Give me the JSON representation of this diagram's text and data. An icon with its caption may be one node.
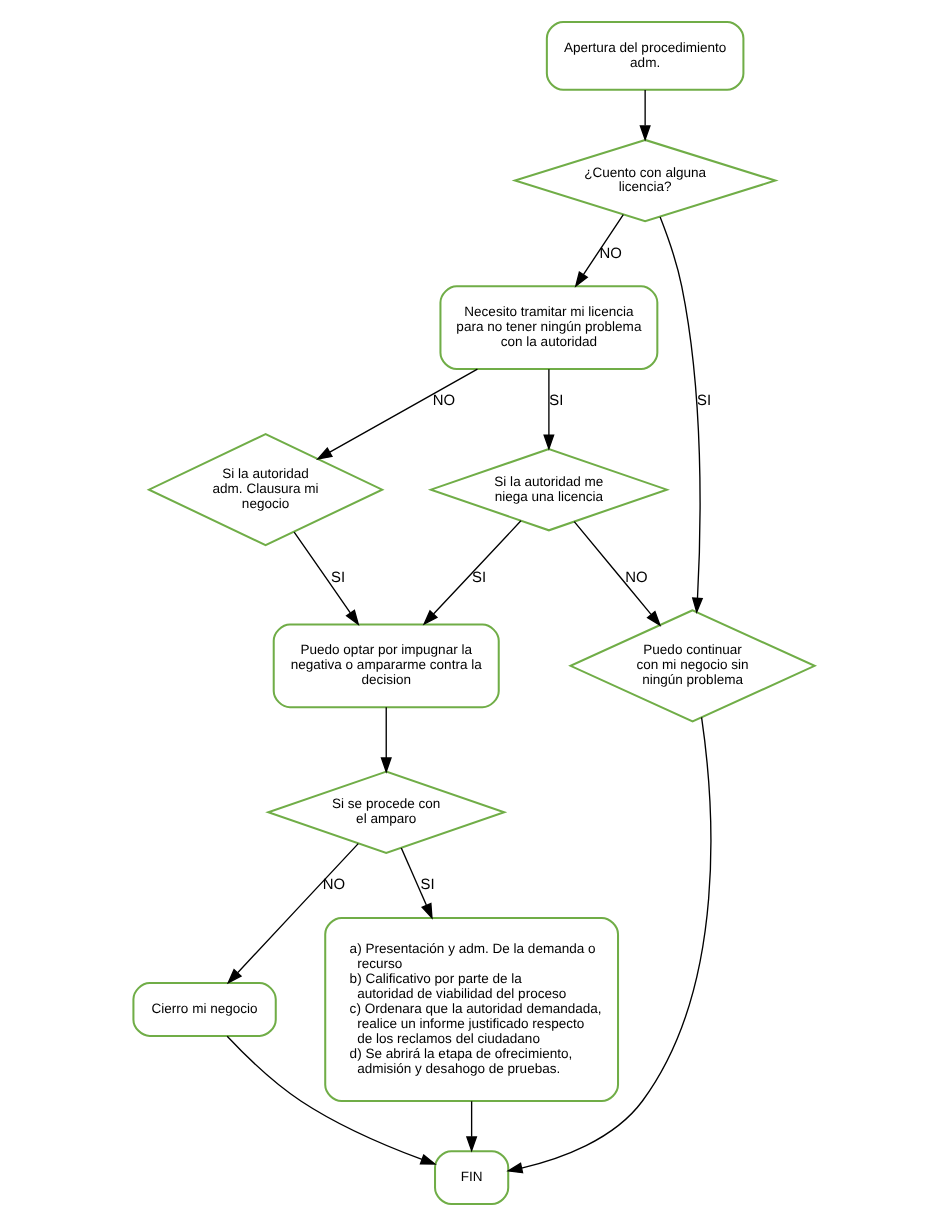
{
  "diagram": {
    "nodes": [
      {
        "text": [
          "Apertura del procedimiento adm."
        ]
      },
      {
        "text": [
          "¿Cuento con alguna licencia?"
        ]
      },
      {
        "text": [
          "Necesito tramitar mi licencia para no tener ningún problema con la autoridad"
        ]
      },
      {
        "text": [
          "Si la autoridad adm. Clausura mi negocio"
        ]
      },
      {
        "text": [
          "Puedo optar por impugnar la negativa o ampararme contra la decision"
        ]
      },
      {
        "text": [
          "Si la autoridad me niega una licencia"
        ]
      },
      {
        "text": [
          "Puedo continuar con mi negocio sin ningún problema"
        ]
      },
      {
        "text": [
          "Si se procede con el amparo"
        ]
      },
      {
        "text": [
          "Cierro mi negocio"
        ]
      },
      {
        "text": [
          "FIN"
        ]
      },
      {
        "text": [
          "a) Presentación y adm. De la demanda o recurso",
          "b) Calificativo por parte de la autoridad de viabilidad del proceso",
          "c) Ordenara que la autoridad demandada, realice un informe justificado respecto de los reclamos del ciudadano",
          "d) Se abrirá la etapa de ofrecimiento, admisión y desahogo de pruebas."
        ]
      }
    ],
    "edges": [
      {
        "from": 0,
        "to": 1,
        "arrow": "to"
      },
      {
        "from": 1,
        "to": 2,
        "arrow": "to",
        "label": "NO"
      },
      {
        "from": 2,
        "to": 3,
        "arrow": "to",
        "label": "NO"
      },
      {
        "from": 3,
        "to": 4,
        "arrow": "to",
        "label": "SI"
      },
      {
        "from": 2,
        "to": 5,
        "arrow": "to",
        "label": "SI"
      },
      {
        "from": 5,
        "to": 4,
        "arrow": "to",
        "label": "SI"
      },
      {
        "from": 1,
        "to": 6,
        "arrow": "to",
        "label": "SI"
      },
      {
        "from": 5,
        "to": 6,
        "arrow": "to",
        "label": "NO"
      },
      {
        "from": 4,
        "to": 7,
        "arrow": "to"
      },
      {
        "from": 7,
        "to": 8,
        "arrow": "to",
        "label": "NO"
      },
      {
        "from": 7,
        "to": 10,
        "arrow": "to",
        "label": "SI"
      },
      {
        "from": 6,
        "to": 9,
        "arrow": "to"
      },
      {
        "from": 8,
        "to": 9,
        "arrow": "to"
      },
      {
        "from": 10,
        "to": 9,
        "arrow": "to"
      }
    ]
  }
}
